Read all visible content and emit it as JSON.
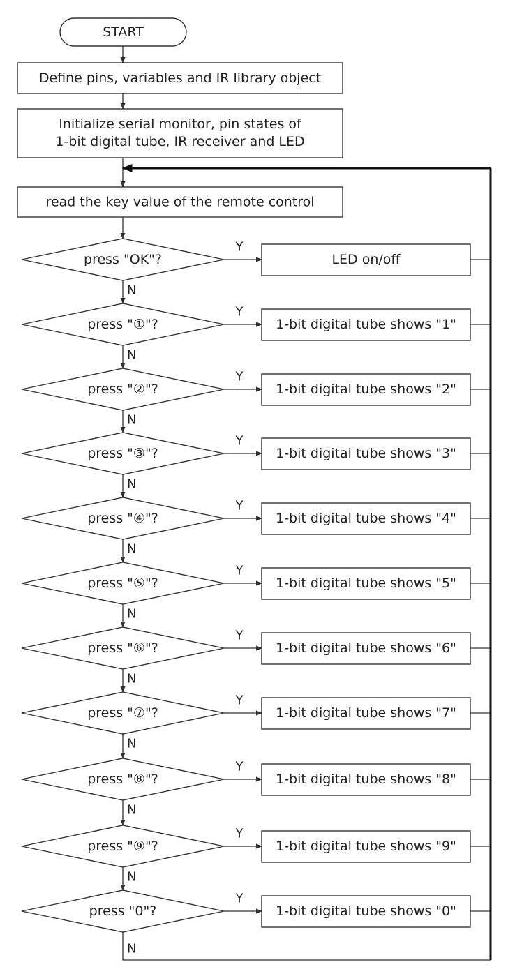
{
  "start": "START",
  "steps": [
    "Define pins, variables and IR library object",
    "Initialize serial monitor, pin states of",
    "1-bit digital tube, IR receiver and LED",
    "read the key value of the remote control"
  ],
  "yes": "Y",
  "no": "N",
  "decisions": [
    {
      "q": "press \"OK\"?",
      "a": "LED on/off"
    },
    {
      "q": "press \"①\"?",
      "a": "1-bit digital tube shows \"1\""
    },
    {
      "q": "press \"②\"?",
      "a": "1-bit digital tube shows \"2\""
    },
    {
      "q": "press \"③\"?",
      "a": "1-bit digital tube shows \"3\""
    },
    {
      "q": "press \"④\"?",
      "a": "1-bit digital tube shows \"4\""
    },
    {
      "q": "press \"⑤\"?",
      "a": "1-bit digital tube shows \"5\""
    },
    {
      "q": "press \"⑥\"?",
      "a": "1-bit digital tube shows \"6\""
    },
    {
      "q": "press \"⑦\"?",
      "a": "1-bit digital tube shows \"7\""
    },
    {
      "q": "press \"⑧\"?",
      "a": "1-bit digital tube shows \"8\""
    },
    {
      "q": "press \"⑨\"?",
      "a": "1-bit digital tube shows \"9\""
    },
    {
      "q": "press \"0\"?",
      "a": "1-bit digital tube shows \"0\""
    }
  ]
}
